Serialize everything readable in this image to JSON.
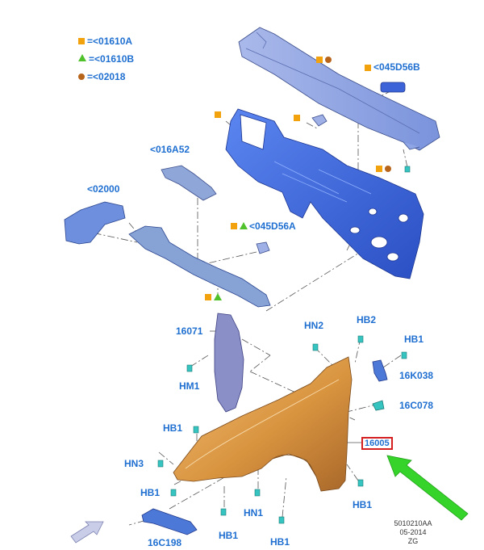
{
  "legend": [
    {
      "symbol": "square-icon",
      "color": "#f2a20c",
      "text": "=<01610A"
    },
    {
      "symbol": "triangle-icon",
      "color": "#4fc22b",
      "text": "=<01610B"
    },
    {
      "symbol": "circle-icon",
      "color": "#b8651c",
      "text": "=<02018"
    }
  ],
  "labels": {
    "l045d56b": "<045D56B",
    "l016a52": "<016A52",
    "l02000": "<02000",
    "l045d56a": "<045D56A",
    "l16071": "16071",
    "hm1": "HM1",
    "hn2": "HN2",
    "hb2": "HB2",
    "hb1_right": "HB1",
    "l16k038": "16K038",
    "l16c078": "16C078",
    "hb1_mid": "HB1",
    "hn3": "HN3",
    "hb1_left": "HB1",
    "hn1": "HN1",
    "hb1_lower_right": "HB1",
    "hb1_bottom_center": "HB1",
    "hb1_bottom_right": "HB1",
    "l16c198": "16C198",
    "l16005": "16005"
  },
  "stamp": {
    "line1": "5010210AA",
    "line2": "05-2014",
    "line3": "ZG"
  },
  "colors": {
    "label": "#1f6fd1",
    "upper_body": "#3d6fe0",
    "cowl": "#8ea6e6",
    "bracket": "#7f9fd6",
    "fender": "#d9943f",
    "shield": "#8a8fc8",
    "fastener": "#35c4c0",
    "highlight_border": "#d42020",
    "arrow": "#36d42a"
  }
}
